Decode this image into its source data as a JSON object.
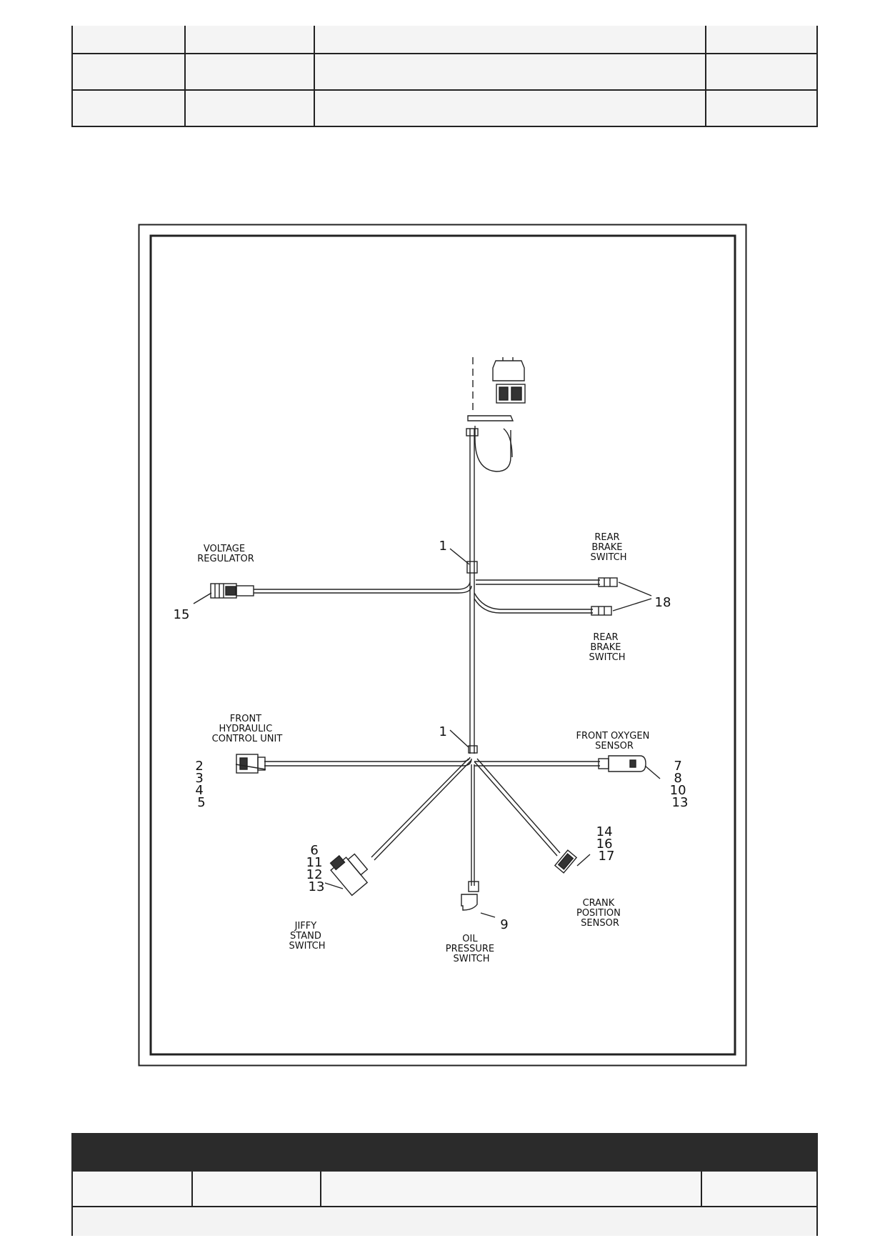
{
  "top_table": {
    "rows": [
      [
        "",
        "",
        "",
        ""
      ],
      [
        "",
        "",
        "",
        ""
      ],
      [
        "",
        "",
        "",
        ""
      ]
    ]
  },
  "diagram": {
    "labels": {
      "voltage_regulator": [
        "VOLTAGE",
        "REGULATOR"
      ],
      "rear_brake_switch_top": [
        "REAR",
        "BRAKE",
        "SWITCH"
      ],
      "rear_brake_switch_bottom": [
        "REAR",
        "BRAKE",
        "SWITCH"
      ],
      "front_hydraulic": [
        "FRONT",
        "HYDRAULIC",
        "CONTROL UNIT"
      ],
      "front_oxygen": [
        "FRONT OXYGEN",
        "SENSOR"
      ],
      "jiffy_stand": [
        "JIFFY",
        "STAND",
        "SWITCH"
      ],
      "oil_pressure": [
        "OIL",
        "PRESSURE",
        "SWITCH"
      ],
      "crank_position": [
        "CRANK",
        "POSITION",
        "SENSOR"
      ]
    },
    "callouts": {
      "clip_upper": "1",
      "clip_lower": "1",
      "voltage_regulator": "15",
      "rear_brake": "18",
      "front_hydraulic": [
        "2",
        "3",
        "4",
        "5"
      ],
      "front_oxygen": [
        "7",
        "8",
        "10",
        "13"
      ],
      "jiffy_stand": [
        "6",
        "11",
        "12",
        "13"
      ],
      "oil_pressure": "9",
      "crank_position": [
        "14",
        "16",
        "17"
      ]
    }
  },
  "bottom_table": {
    "header": [
      "",
      "",
      "",
      ""
    ],
    "rows": [
      [
        "",
        "",
        "",
        ""
      ]
    ],
    "footer": ""
  }
}
